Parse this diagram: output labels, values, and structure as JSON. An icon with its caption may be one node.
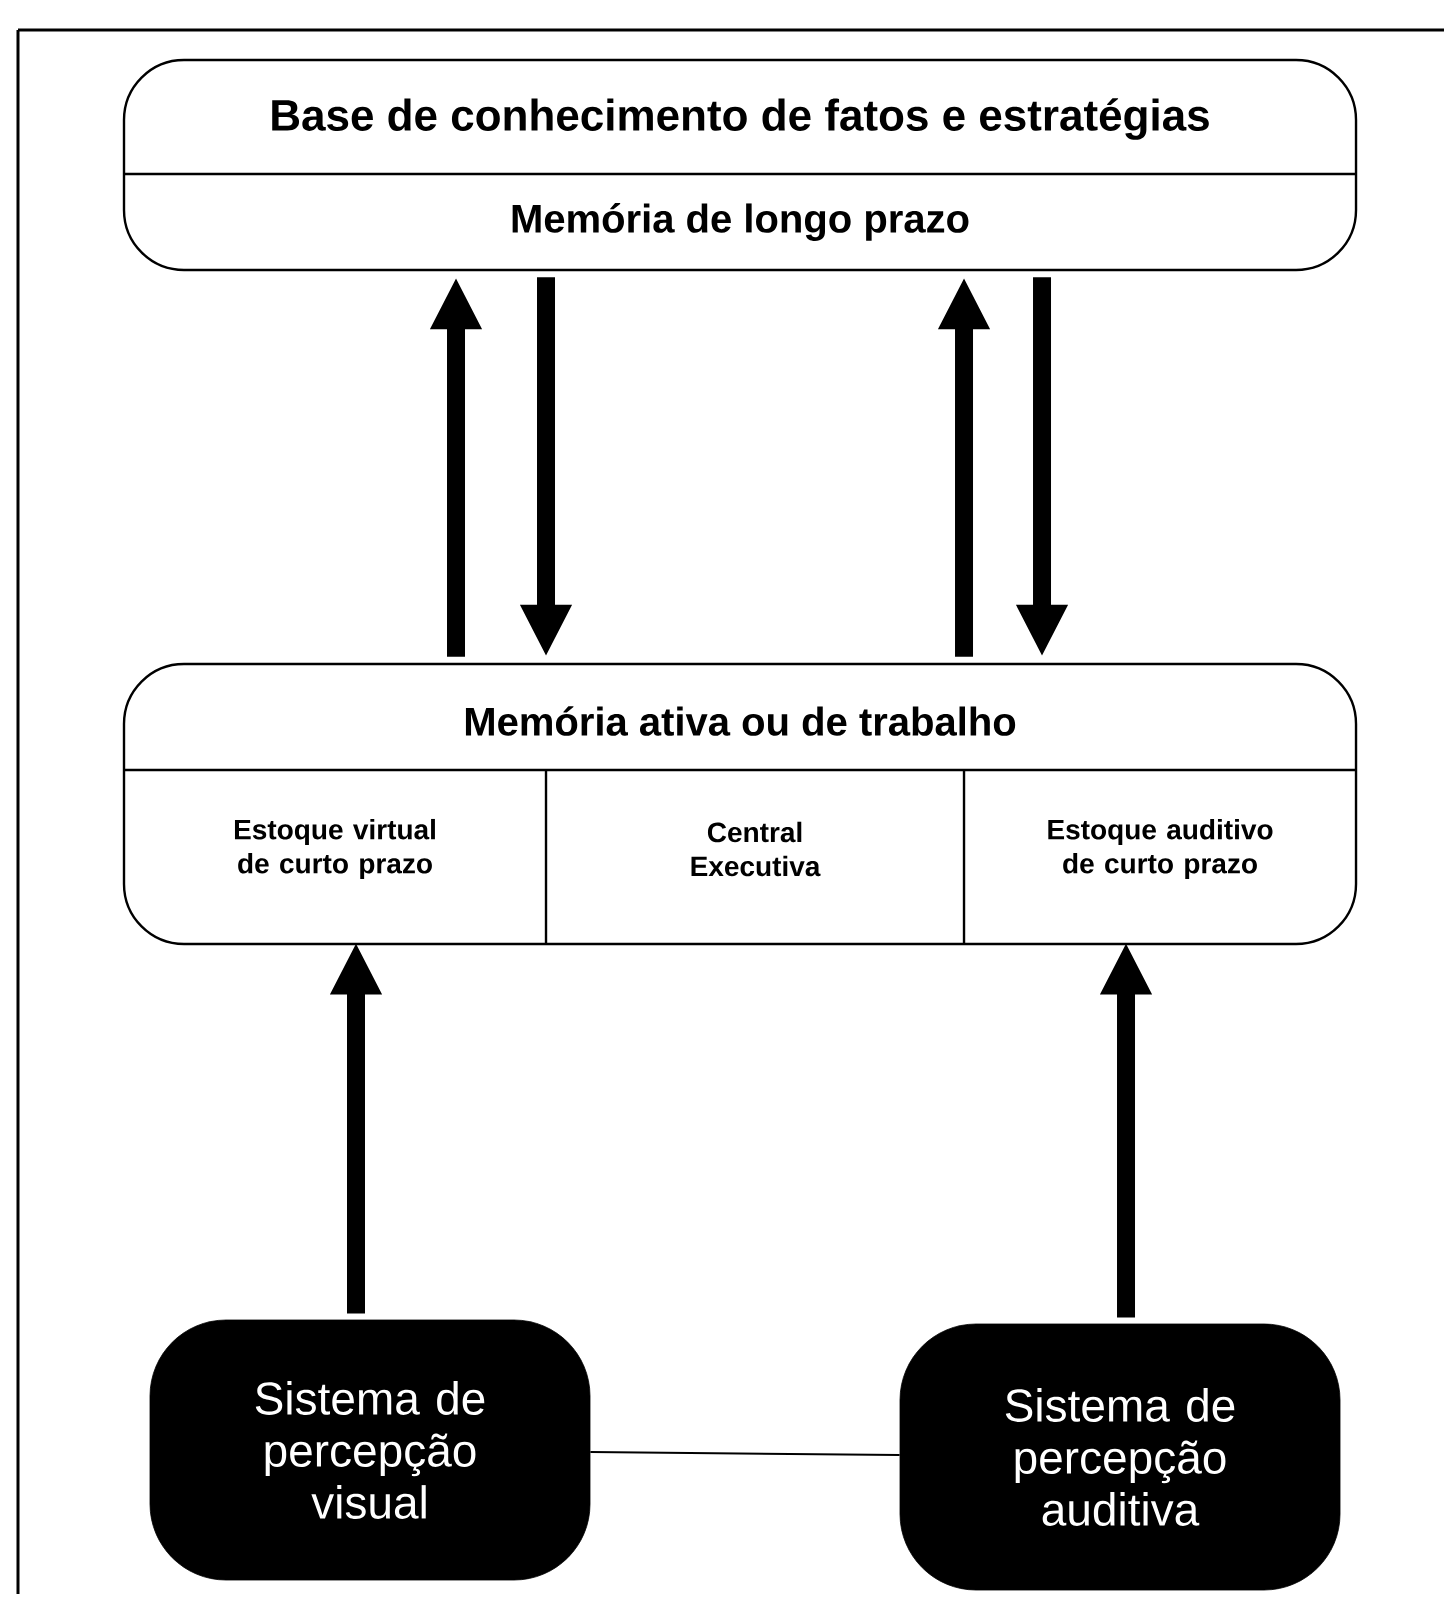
{
  "diagram": {
    "nodes": [
      {
        "text": [
          "Base de conhecimento de fatos e estratégias",
          "Memória de longo prazo"
        ]
      },
      {
        "text": [
          "Memória ativa ou de trabalho"
        ]
      },
      {
        "text": [
          "Estoque virtual de curto prazo"
        ],
        "in": 1
      },
      {
        "text": [
          "Central Executiva"
        ],
        "in": 1
      },
      {
        "text": [
          "Estoque auditivo de curto prazo"
        ],
        "in": 1
      },
      {
        "text": [
          "Sistema de percepção visual"
        ]
      },
      {
        "text": [
          "Sistema de percepção auditiva"
        ]
      }
    ],
    "edges": [
      {
        "from": 1,
        "to": 0,
        "arrow": "to"
      },
      {
        "from": 0,
        "to": 1,
        "arrow": "to"
      },
      {
        "from": 1,
        "to": 0,
        "arrow": "to"
      },
      {
        "from": 0,
        "to": 1,
        "arrow": "to"
      },
      {
        "from": 5,
        "to": 2,
        "arrow": "to"
      },
      {
        "from": 6,
        "to": 4,
        "arrow": "to"
      },
      {
        "from": 5,
        "to": 6,
        "arrow": "none"
      }
    ]
  }
}
